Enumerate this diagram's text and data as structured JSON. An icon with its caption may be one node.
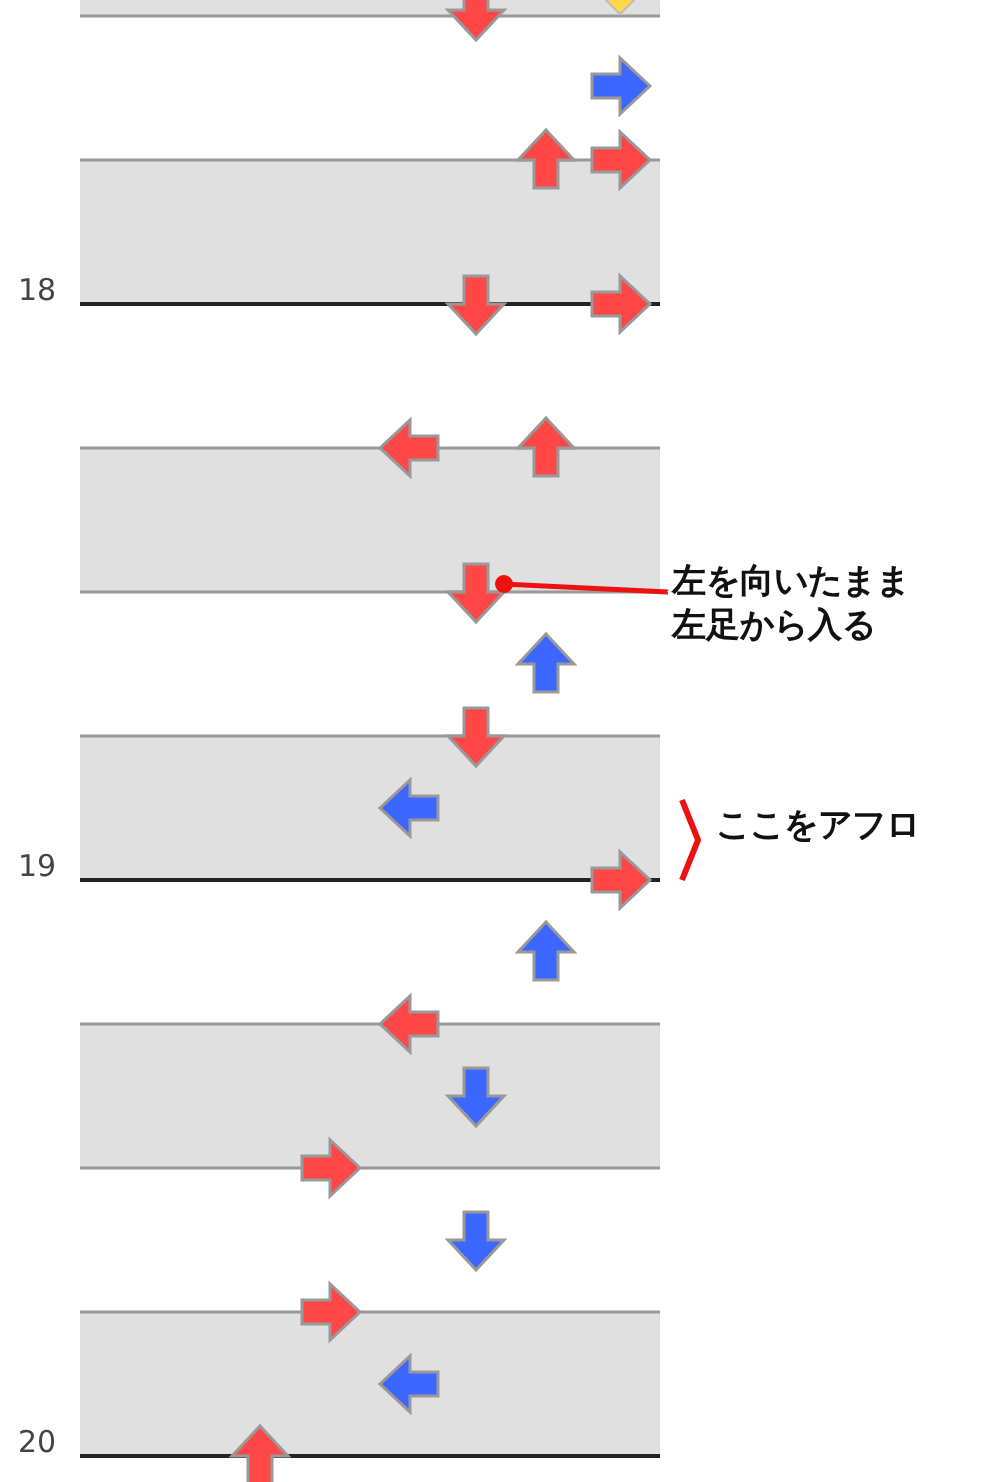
{
  "diagram": {
    "nodes": [
      {
        "text": [
          "左を向いたまま左足から入る"
        ]
      },
      {
        "text": [],
        "shape": "picture"
      }
    ],
    "edges": [
      {
        "from": 0,
        "to": 1,
        "arrow": "other",
        "color": "#ee1111"
      }
    ],
    "labels": [
      "18",
      "19",
      "20",
      "ここをアフロ"
    ]
  }
}
